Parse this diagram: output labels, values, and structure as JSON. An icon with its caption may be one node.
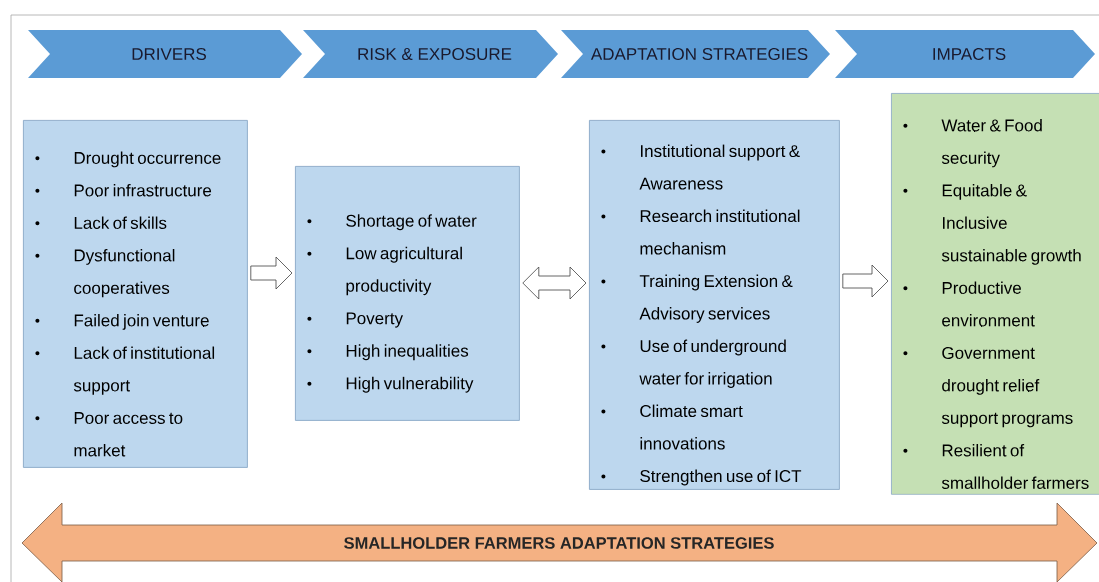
{
  "diagram": {
    "nodes": [
      {
        "text": [
          "DRIVERS"
        ]
      },
      {
        "text": [
          "RISK & EXPOSURE"
        ]
      },
      {
        "text": [
          "ADAPTATION STRATEGIES"
        ]
      },
      {
        "text": [
          "IMPACTS"
        ]
      },
      {
        "text": [
          "Drought occurrence",
          "Poor infrastructure",
          "Lack of skills",
          "Dysfunctional cooperatives",
          "Failed join venture",
          "Lack of institutional support",
          "Poor access to market"
        ]
      },
      {
        "text": [
          "Shortage of water",
          "Low agricultural productivity",
          "Poverty",
          "High inequalities",
          "High vulnerability"
        ]
      },
      {
        "text": [
          "Institutional support & Awareness",
          "Research institutional mechanism",
          "Training Extension & Advisory services",
          "Use of underground water for irrigation",
          "Climate smart innovations",
          "Strengthen use of ICT"
        ]
      },
      {
        "text": [
          "Water & Food security",
          "Equitable & Inclusive sustainable growth",
          "Productive environment",
          "Government drought relief support programs",
          "Resilient of smallholder farmers"
        ]
      },
      {
        "text": [
          "SMALLHOLDER FARMERS ADAPTATION STRATEGIES"
        ]
      }
    ],
    "edges": [
      {
        "from": 4,
        "to": 5,
        "arrow": "to"
      },
      {
        "from": 5,
        "to": 6,
        "arrow": "both"
      },
      {
        "from": 6,
        "to": 7,
        "arrow": "to"
      }
    ]
  }
}
